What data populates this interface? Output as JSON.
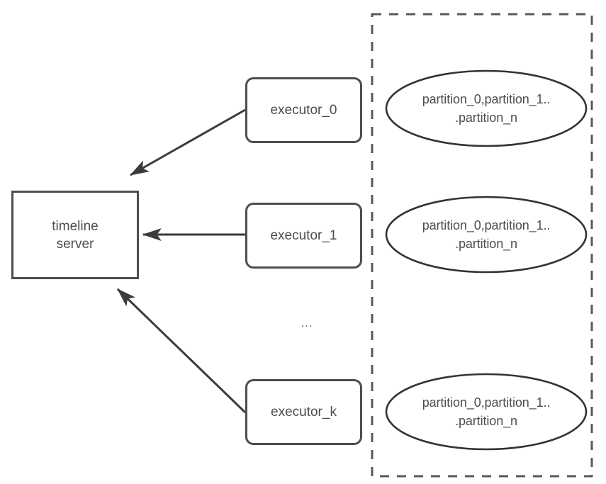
{
  "diagram": {
    "title": "timeline server and executors with partitions",
    "colors": {
      "stroke": "#4d4d4d",
      "ellipse_stroke": "#333333",
      "dashed_stroke": "#595959",
      "text": "#4d4d4d",
      "background": "#ffffff"
    },
    "nodes": {
      "timeline_server": {
        "label": "timeline\nserver",
        "shape": "rectangle"
      },
      "executors": [
        {
          "label": "executor_0",
          "shape": "rounded-rectangle"
        },
        {
          "label": "executor_1",
          "shape": "rounded-rectangle"
        },
        {
          "label": "executor_k",
          "shape": "rounded-rectangle"
        }
      ],
      "partitions": [
        {
          "line1": "partition_0,partition_1..",
          "line2": ".partition_n",
          "shape": "ellipse"
        },
        {
          "line1": "partition_0,partition_1..",
          "line2": ".partition_n",
          "shape": "ellipse"
        },
        {
          "line1": "partition_0,partition_1..",
          "line2": ".partition_n",
          "shape": "ellipse"
        }
      ],
      "vertical_ellipsis": "...",
      "group_boundary": {
        "label": "",
        "style": "dashed"
      }
    },
    "edges": [
      {
        "from": "executor_0",
        "to": "timeline_server",
        "arrow": "to"
      },
      {
        "from": "executor_1",
        "to": "timeline_server",
        "arrow": "to"
      },
      {
        "from": "executor_k",
        "to": "timeline_server",
        "arrow": "to"
      }
    ]
  }
}
